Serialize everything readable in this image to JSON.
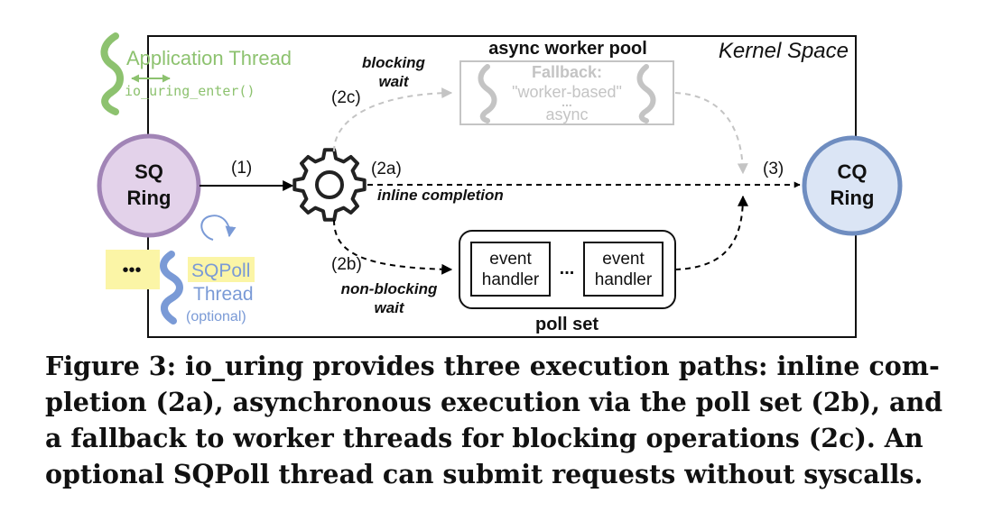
{
  "diagram": {
    "kernel_space_label": "Kernel Space",
    "application_thread_label": "Application Thread",
    "io_uring_enter_label": "io_uring_enter()",
    "sq_ring": {
      "line1": "SQ",
      "line2": "Ring"
    },
    "cq_ring": {
      "line1": "CQ",
      "line2": "Ring"
    },
    "step1_label": "(1)",
    "step2a_label": "(2a)",
    "inline_completion_label": "inline completion",
    "step2b_label": "(2b)",
    "non_blocking_label": {
      "line1": "non-blocking",
      "line2": "wait"
    },
    "step2c_label": "(2c)",
    "blocking_label": {
      "line1": "blocking",
      "line2": "wait"
    },
    "step3_label": "(3)",
    "async_worker_pool_label": "async worker pool",
    "fallback_box": {
      "line1": "Fallback:",
      "line2": "\"worker-based\"",
      "dots": "...",
      "line3": "async"
    },
    "poll_set_label": "poll set",
    "event_handler_1": {
      "line1": "event",
      "line2": "handler"
    },
    "event_handler_2": {
      "line1": "event",
      "line2": "handler"
    },
    "handler_dots": "...",
    "sqpoll_dots": "•••",
    "sqpoll_label": {
      "line1": "SQPoll",
      "line2": "Thread",
      "line3": "(optional)"
    },
    "colors": {
      "application_green": "#8dc26f",
      "sq_ring_fill": "#e3d2ea",
      "sq_ring_stroke": "#a184b6",
      "cq_ring_fill": "#dbe5f5",
      "cq_ring_stroke": "#6f8dc0",
      "sqpoll_blue": "#7a9ad6",
      "sqpoll_highlight": "#fbf5a6",
      "fallback_gray": "#c4c4c4"
    }
  },
  "caption": {
    "line1": "Figure 3: io_uring provides three execution paths: inline com-",
    "line2": "pletion (2a), asynchronous execution via the poll set (2b), and",
    "line3": "a fallback to worker threads for blocking operations (2c). An",
    "line4": "optional SQPoll thread can submit requests without syscalls."
  }
}
